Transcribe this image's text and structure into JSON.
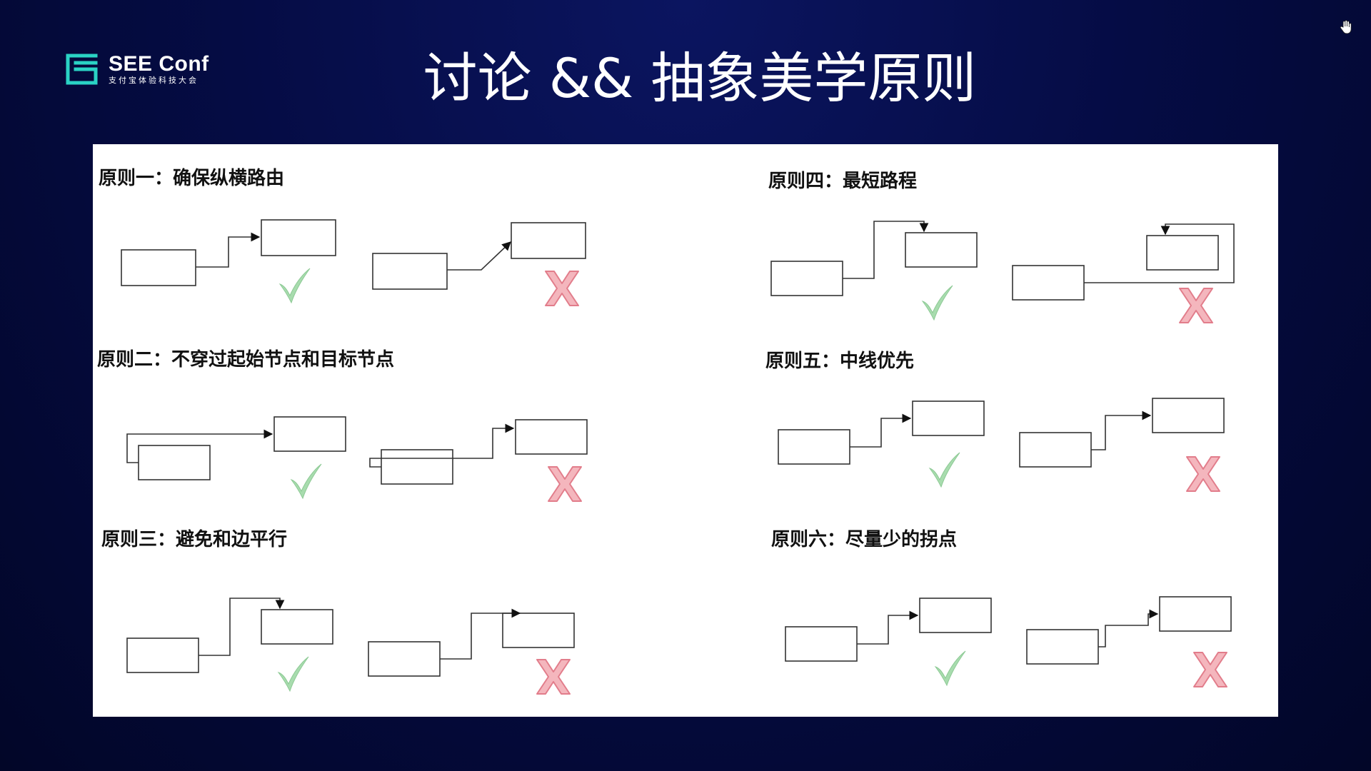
{
  "logo": {
    "name": "SEE Conf",
    "subtitle": "支付宝体验科技大会"
  },
  "slide": {
    "title": "讨论 && 抽象美学原则"
  },
  "principles": [
    {
      "title": "原则一：确保纵横路由"
    },
    {
      "title": "原则二：不穿过起始节点和目标节点"
    },
    {
      "title": "原则三：避免和边平行"
    },
    {
      "title": "原则四：最短路程"
    },
    {
      "title": "原则五：中线优先"
    },
    {
      "title": "原则六：尽量少的拐点"
    }
  ],
  "colors": {
    "background": "#030a3a",
    "accent_teal": "#2ad3c5",
    "check_green": "#9ed7a4",
    "cross_red": "#f2a8b0",
    "panel": "#ffffff"
  },
  "icons": {
    "good": "check-icon",
    "bad": "cross-icon",
    "cursor": "hand-cursor-icon"
  }
}
